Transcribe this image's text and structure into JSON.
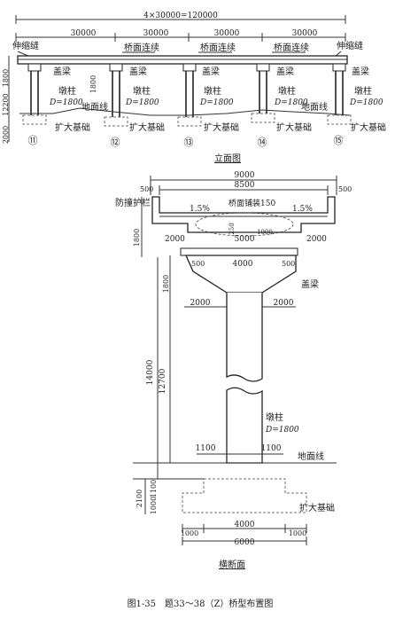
{
  "elevation": {
    "total_label": "4×30000=120000",
    "span_labels": [
      "30000",
      "30000",
      "30000",
      "30000"
    ],
    "joint_left": "伸缩缝",
    "joint_right": "伸缩缝",
    "deck_cont": [
      "桥面连续",
      "桥面连续",
      "桥面连续"
    ],
    "cap_beam": "盖梁",
    "pier_label": "墩柱",
    "pier_d": "D=1800",
    "ground_left": "地面线",
    "ground_right": "地面线",
    "found": "扩大基础",
    "dims_left": [
      "1800",
      "12200",
      "2000"
    ],
    "dim_mid": "1800",
    "piers": [
      "⑪",
      "⑫",
      "⑬",
      "⑭",
      "⑮"
    ],
    "title": "立面图"
  },
  "cross": {
    "w_total": "9000",
    "w_8500": "8500",
    "w_500_l": "500",
    "w_500_r": "500",
    "guardrail": "防撞护栏",
    "slope_l": "1.5%",
    "slope_r": "1.5%",
    "pavement": "桥面铺装150",
    "d_250": "250",
    "d_1000": "1000",
    "d_5000": "5000",
    "d_2000_l": "2000",
    "d_2000_r": "2000",
    "d_1800_girder": "1800",
    "d_500_l": "500",
    "d_4000_cap": "4000",
    "d_500_r": "500",
    "cap_beam": "盖梁",
    "d_1800_cap": "1800",
    "d_2000_cl": "2000",
    "d_1800_col": "1800",
    "d_2000_cr": "2000",
    "d_14000": "14000",
    "d_12700": "12700",
    "pier_label": "墩柱",
    "pier_d": "D=1800",
    "d_1100_l": "1100",
    "d_1100_r": "1100",
    "ground": "地面线",
    "d_2100": "2100",
    "d_1100_f": "1100",
    "d_1000_f": "1000",
    "found": "扩大基础",
    "d_1000_bl": "1000",
    "d_4000_b": "4000",
    "d_1000_br": "1000",
    "d_6000": "6000",
    "title": "横断面"
  },
  "caption": "图1-35　题33～38（Z）桥型布置图"
}
